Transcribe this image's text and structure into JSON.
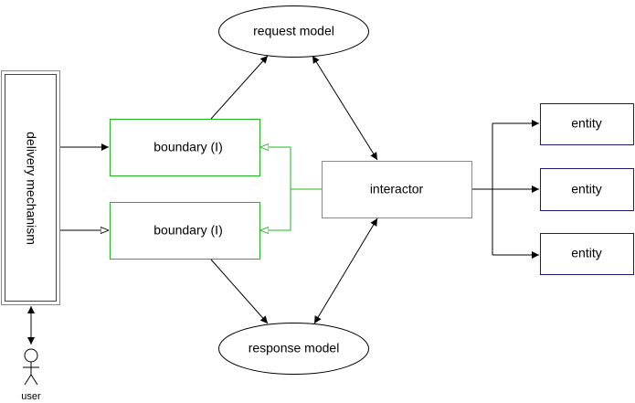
{
  "nodes": {
    "delivery": {
      "label": "delivery mechanism"
    },
    "request_model": {
      "label": "request model"
    },
    "response_model": {
      "label": "response model"
    },
    "boundary_top": {
      "label": "boundary (I)"
    },
    "boundary_bottom": {
      "label": "boundary (I)"
    },
    "interactor": {
      "label": "interactor"
    },
    "entity_1": {
      "label": "entity"
    },
    "entity_2": {
      "label": "entity"
    },
    "entity_3": {
      "label": "entity"
    },
    "user": {
      "label": "user"
    }
  },
  "colors": {
    "line": "#000000",
    "boundary": "#1fb81f",
    "entity_border": "#1a1a6e",
    "neutral_border": "#888888"
  },
  "icons": {
    "user": "stick-figure-icon"
  }
}
